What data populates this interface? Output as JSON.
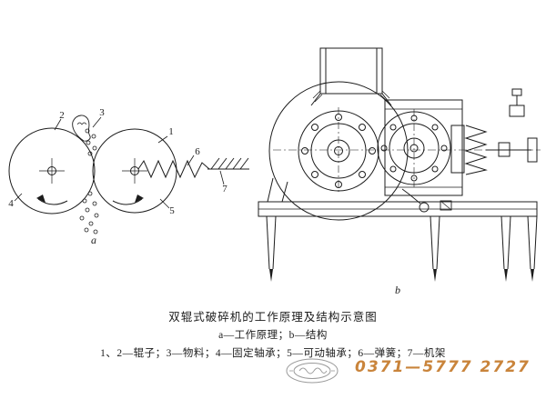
{
  "caption": {
    "title": "双辊式破碎机的工作原理及结构示意图",
    "subtitle": "a—工作原理；b—结构",
    "legend": "1、2—辊子；3—物料；4—固定轴承；5—可动轴承；6—弹簧；7—机架"
  },
  "watermark": {
    "phone": "0371—5777 2727"
  },
  "figure": {
    "part_a_label": "a",
    "part_b_label": "b",
    "callouts": [
      "1",
      "2",
      "3",
      "4",
      "5",
      "6",
      "7"
    ]
  },
  "colors": {
    "ink": "#1c1c1c",
    "watermark_gray": "#9a9a9a",
    "phone_orange": "#c9843b"
  }
}
